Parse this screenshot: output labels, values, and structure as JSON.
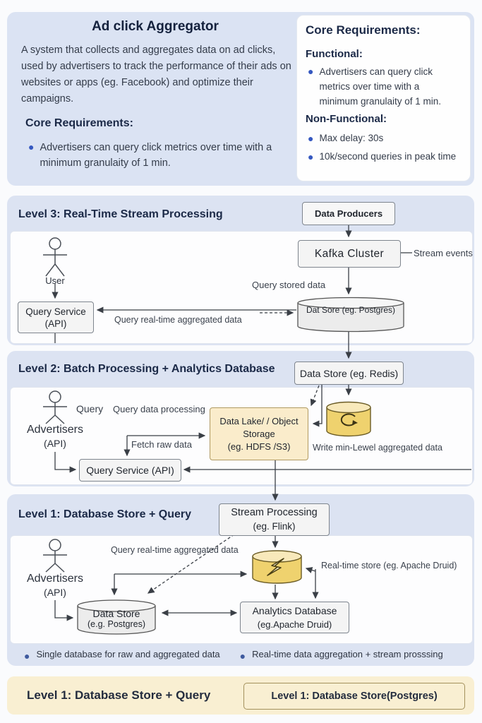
{
  "intro": {
    "title": "Ad click Aggregator",
    "description": "A system that collects and aggregates data on ad clicks, used by advertisers to track the performance of their ads on websites or apps (eg. Facebook) and optimize their campaigns.",
    "core_requirements_heading": "Core Requirements:",
    "core_requirement_bullet": "Advertisers can query click metrics over time with a minimum granulaity of 1 min."
  },
  "requirements_card": {
    "heading": "Core Requirements:",
    "functional_heading": "Functional:",
    "functional_bullet": "Advertisers can query click metrics over time with a minimum granulaity of 1 min.",
    "non_functional_heading": "Non-Functional:",
    "non_functional_bullets": [
      "Max delay: 30s",
      "10k/second queries in peak time"
    ]
  },
  "level3": {
    "heading": "Level 3: Real-Time Stream Processing",
    "nodes": {
      "data_producers": "Data Producers",
      "kafka_cluster": "Kafka Cluster",
      "user": "User",
      "query_service_line1": "Query Service",
      "query_service_line2": "(API)",
      "data_store": "Dat Sore  (eg. Postgres)"
    },
    "labels": {
      "stream_events": "Stream events",
      "query_stored_data": "Query stored data",
      "query_realtime": "Query real-time aggregated data"
    }
  },
  "level2": {
    "heading": "Level 2: Batch Processing + Analytics Database",
    "nodes": {
      "redis_store": "Data Store (eg. Redis)",
      "advertisers": "Advertisers",
      "advertisers_api": "(API)",
      "data_lake_line1": "Data Lake/ / Object",
      "data_lake_line2": "Storage",
      "data_lake_line3": "(eg. HDFS /S3)",
      "query_service": "Query Service (API)"
    },
    "labels": {
      "query": "Query",
      "query_data_processing": "Query data processing",
      "fetch_raw_data": "Fetch raw data",
      "write_min_level": "Write min-Lewel aggregated data"
    }
  },
  "level1": {
    "heading": "Level 1: Database Store + Query",
    "nodes": {
      "stream_processing_line1": "Stream Processing",
      "stream_processing_line2": "(eg. Flink)",
      "advertisers": "Advertisers",
      "advertisers_api": "(API)",
      "data_store_line1": "Data Store",
      "data_store_line2": "(e.g. Postgres)",
      "analytics_db_line1": "Analytics Database",
      "analytics_db_line2": "(eg.Apache Druid)"
    },
    "labels": {
      "query_realtime": "Query real-time aggregated data",
      "realtime_store": "Real-time store (eg. Apache Druid)"
    }
  },
  "footer_notes": [
    "Single database for raw and aggregated data",
    "Real-time data aggregation + stream prosssing"
  ],
  "bottom_bar": {
    "title": "Level 1: Database Store + Query",
    "box_label": "Level 1: Database Store(Postgres)"
  },
  "colors": {
    "panel_blue": "#dbe3f3",
    "yellow_node": "#faeccb",
    "yellow_cylinder": "#efd26e",
    "bottom_bar": "#f9efd2",
    "heading_navy": "#1b2947",
    "bullet_blue": "#3558c0"
  }
}
